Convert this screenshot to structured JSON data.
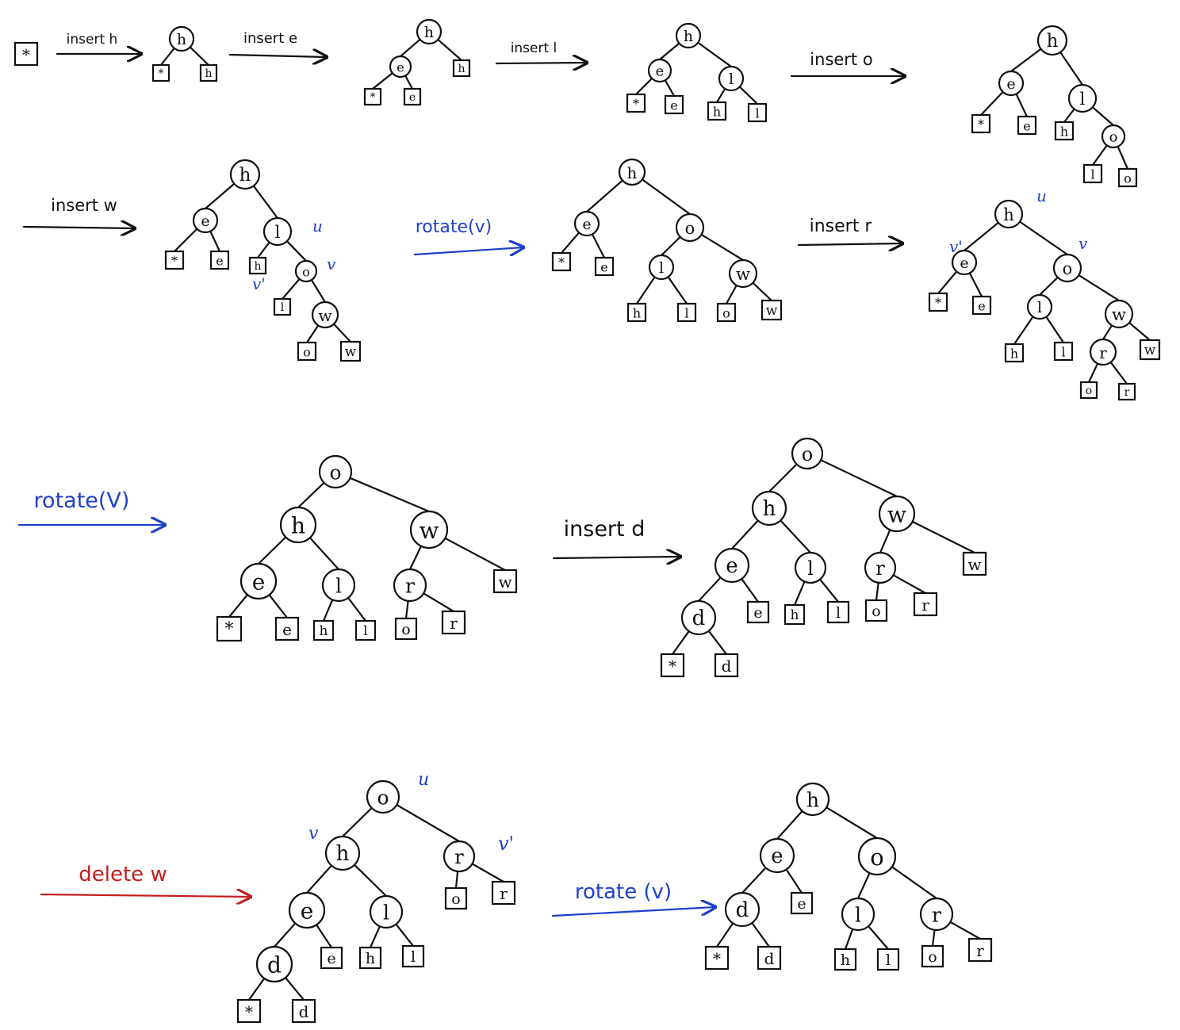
{
  "colors": {
    "ink": "#111111",
    "blue": "#1f3fcc",
    "red": "#c41e1e"
  },
  "steps": [
    {
      "text": "insert h",
      "color": "ink"
    },
    {
      "text": "insert e",
      "color": "ink"
    },
    {
      "text": "insert l",
      "color": "ink"
    },
    {
      "text": "insert o",
      "color": "ink"
    },
    {
      "text": "insert w",
      "color": "ink"
    },
    {
      "text": "rotate(v)",
      "color": "blue"
    },
    {
      "text": "insert r",
      "color": "ink"
    },
    {
      "text": "rotate(V)",
      "color": "blue"
    },
    {
      "text": "insert d",
      "color": "ink"
    },
    {
      "text": "delete w",
      "color": "red"
    },
    {
      "text": "rotate (v)",
      "color": "blue"
    }
  ],
  "annotations": [
    {
      "text": "u"
    },
    {
      "text": "v"
    },
    {
      "text": "v'"
    },
    {
      "text": "u"
    },
    {
      "text": "v'"
    },
    {
      "text": "v"
    },
    {
      "text": "u"
    },
    {
      "text": "v"
    },
    {
      "text": "v'"
    }
  ],
  "trees": [
    {
      "nodes": [],
      "leaves": [
        {
          "label": "*"
        }
      ]
    },
    {
      "nodes": [
        {
          "label": "h"
        }
      ],
      "leaves": [
        {
          "label": "*"
        },
        {
          "label": "h"
        }
      ]
    },
    {
      "nodes": [
        {
          "label": "h"
        },
        {
          "label": "e"
        }
      ],
      "leaves": [
        {
          "label": "*"
        },
        {
          "label": "e"
        },
        {
          "label": "h"
        }
      ]
    },
    {
      "nodes": [
        {
          "label": "h"
        },
        {
          "label": "e"
        },
        {
          "label": "l"
        }
      ],
      "leaves": [
        {
          "label": "*"
        },
        {
          "label": "e"
        },
        {
          "label": "h"
        },
        {
          "label": "l"
        }
      ]
    },
    {
      "nodes": [
        {
          "label": "h"
        },
        {
          "label": "e"
        },
        {
          "label": "l"
        },
        {
          "label": "o"
        }
      ],
      "leaves": [
        {
          "label": "*"
        },
        {
          "label": "e"
        },
        {
          "label": "h"
        },
        {
          "label": "l"
        },
        {
          "label": "o"
        }
      ]
    },
    {
      "nodes": [
        {
          "label": "h"
        },
        {
          "label": "e"
        },
        {
          "label": "l"
        },
        {
          "label": "o"
        },
        {
          "label": "w"
        }
      ],
      "leaves": [
        {
          "label": "*"
        },
        {
          "label": "e"
        },
        {
          "label": "h"
        },
        {
          "label": "l"
        },
        {
          "label": "o"
        },
        {
          "label": "w"
        }
      ]
    },
    {
      "nodes": [
        {
          "label": "h"
        },
        {
          "label": "e"
        },
        {
          "label": "o"
        },
        {
          "label": "l"
        },
        {
          "label": "w"
        }
      ],
      "leaves": [
        {
          "label": "*"
        },
        {
          "label": "e"
        },
        {
          "label": "h"
        },
        {
          "label": "l"
        },
        {
          "label": "o"
        },
        {
          "label": "w"
        }
      ]
    },
    {
      "nodes": [
        {
          "label": "h"
        },
        {
          "label": "e"
        },
        {
          "label": "o"
        },
        {
          "label": "l"
        },
        {
          "label": "w"
        },
        {
          "label": "r"
        }
      ],
      "leaves": [
        {
          "label": "*"
        },
        {
          "label": "e"
        },
        {
          "label": "h"
        },
        {
          "label": "l"
        },
        {
          "label": "o"
        },
        {
          "label": "r"
        },
        {
          "label": "w"
        }
      ]
    },
    {
      "nodes": [
        {
          "label": "o"
        },
        {
          "label": "h"
        },
        {
          "label": "w"
        },
        {
          "label": "e"
        },
        {
          "label": "l"
        },
        {
          "label": "r"
        }
      ],
      "leaves": [
        {
          "label": "*"
        },
        {
          "label": "e"
        },
        {
          "label": "h"
        },
        {
          "label": "l"
        },
        {
          "label": "o"
        },
        {
          "label": "r"
        },
        {
          "label": "w"
        }
      ]
    },
    {
      "nodes": [
        {
          "label": "o"
        },
        {
          "label": "h"
        },
        {
          "label": "w"
        },
        {
          "label": "e"
        },
        {
          "label": "l"
        },
        {
          "label": "r"
        },
        {
          "label": "d"
        }
      ],
      "leaves": [
        {
          "label": "e"
        },
        {
          "label": "h"
        },
        {
          "label": "l"
        },
        {
          "label": "o"
        },
        {
          "label": "r"
        },
        {
          "label": "w"
        },
        {
          "label": "*"
        },
        {
          "label": "d"
        }
      ]
    },
    {
      "nodes": [
        {
          "label": "o"
        },
        {
          "label": "h"
        },
        {
          "label": "r"
        },
        {
          "label": "e"
        },
        {
          "label": "l"
        },
        {
          "label": "d"
        }
      ],
      "leaves": [
        {
          "label": "o"
        },
        {
          "label": "r"
        },
        {
          "label": "e"
        },
        {
          "label": "h"
        },
        {
          "label": "l"
        },
        {
          "label": "*"
        },
        {
          "label": "d"
        }
      ]
    },
    {
      "nodes": [
        {
          "label": "h"
        },
        {
          "label": "e"
        },
        {
          "label": "o"
        },
        {
          "label": "d"
        },
        {
          "label": "l"
        },
        {
          "label": "r"
        }
      ],
      "leaves": [
        {
          "label": "e"
        },
        {
          "label": "*"
        },
        {
          "label": "d"
        },
        {
          "label": "h"
        },
        {
          "label": "l"
        },
        {
          "label": "o"
        },
        {
          "label": "r"
        }
      ]
    }
  ]
}
